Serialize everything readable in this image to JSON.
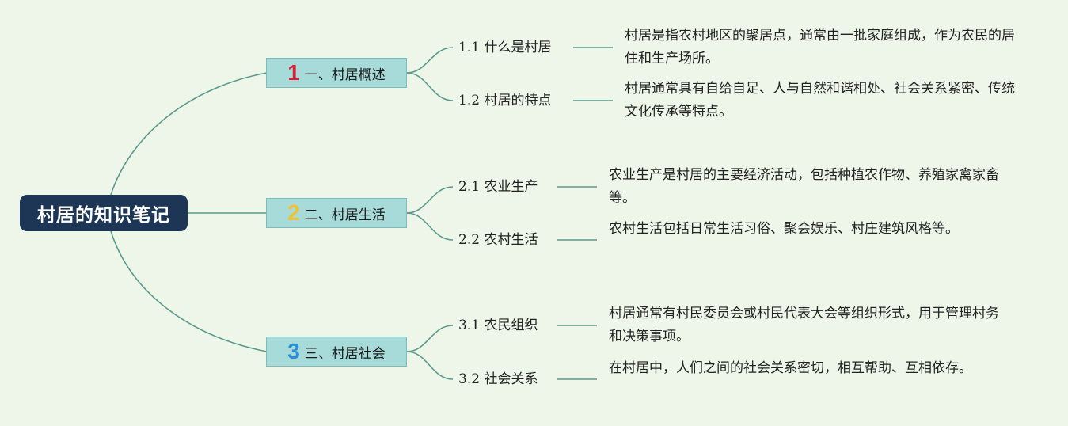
{
  "title": "村居的知识笔记",
  "colors": {
    "line": "#5a9a8a",
    "root_bg": "#1e3656",
    "branch_bg": "#a7dbd9"
  },
  "branches": [
    {
      "number": "1",
      "number_color": "#d4213a",
      "label": "一、村居概述",
      "items": [
        {
          "label": "1.1 什么是村居",
          "desc": "村居是指农村地区的聚居点，通常由一批家庭组成，作为农民的居住和生产场所。"
        },
        {
          "label": "1.2 村居的特点",
          "desc": "村居通常具有自给自足、人与自然和谐相处、社会关系紧密、传统文化传承等特点。"
        }
      ]
    },
    {
      "number": "2",
      "number_color": "#f2c12e",
      "label": "二、村居生活",
      "items": [
        {
          "label": "2.1 农业生产",
          "desc": "农业生产是村居的主要经济活动，包括种植农作物、养殖家禽家畜等。"
        },
        {
          "label": "2.2 农村生活",
          "desc": "农村生活包括日常生活习俗、聚会娱乐、村庄建筑风格等。"
        }
      ]
    },
    {
      "number": "3",
      "number_color": "#2a8fd8",
      "label": "三、村居社会",
      "items": [
        {
          "label": "3.1 农民组织",
          "desc": "村居通常有村民委员会或村民代表大会等组织形式，用于管理村务和决策事项。"
        },
        {
          "label": "3.2 社会关系",
          "desc": "在村居中，人们之间的社会关系密切，相互帮助、互相依存。"
        }
      ]
    }
  ]
}
